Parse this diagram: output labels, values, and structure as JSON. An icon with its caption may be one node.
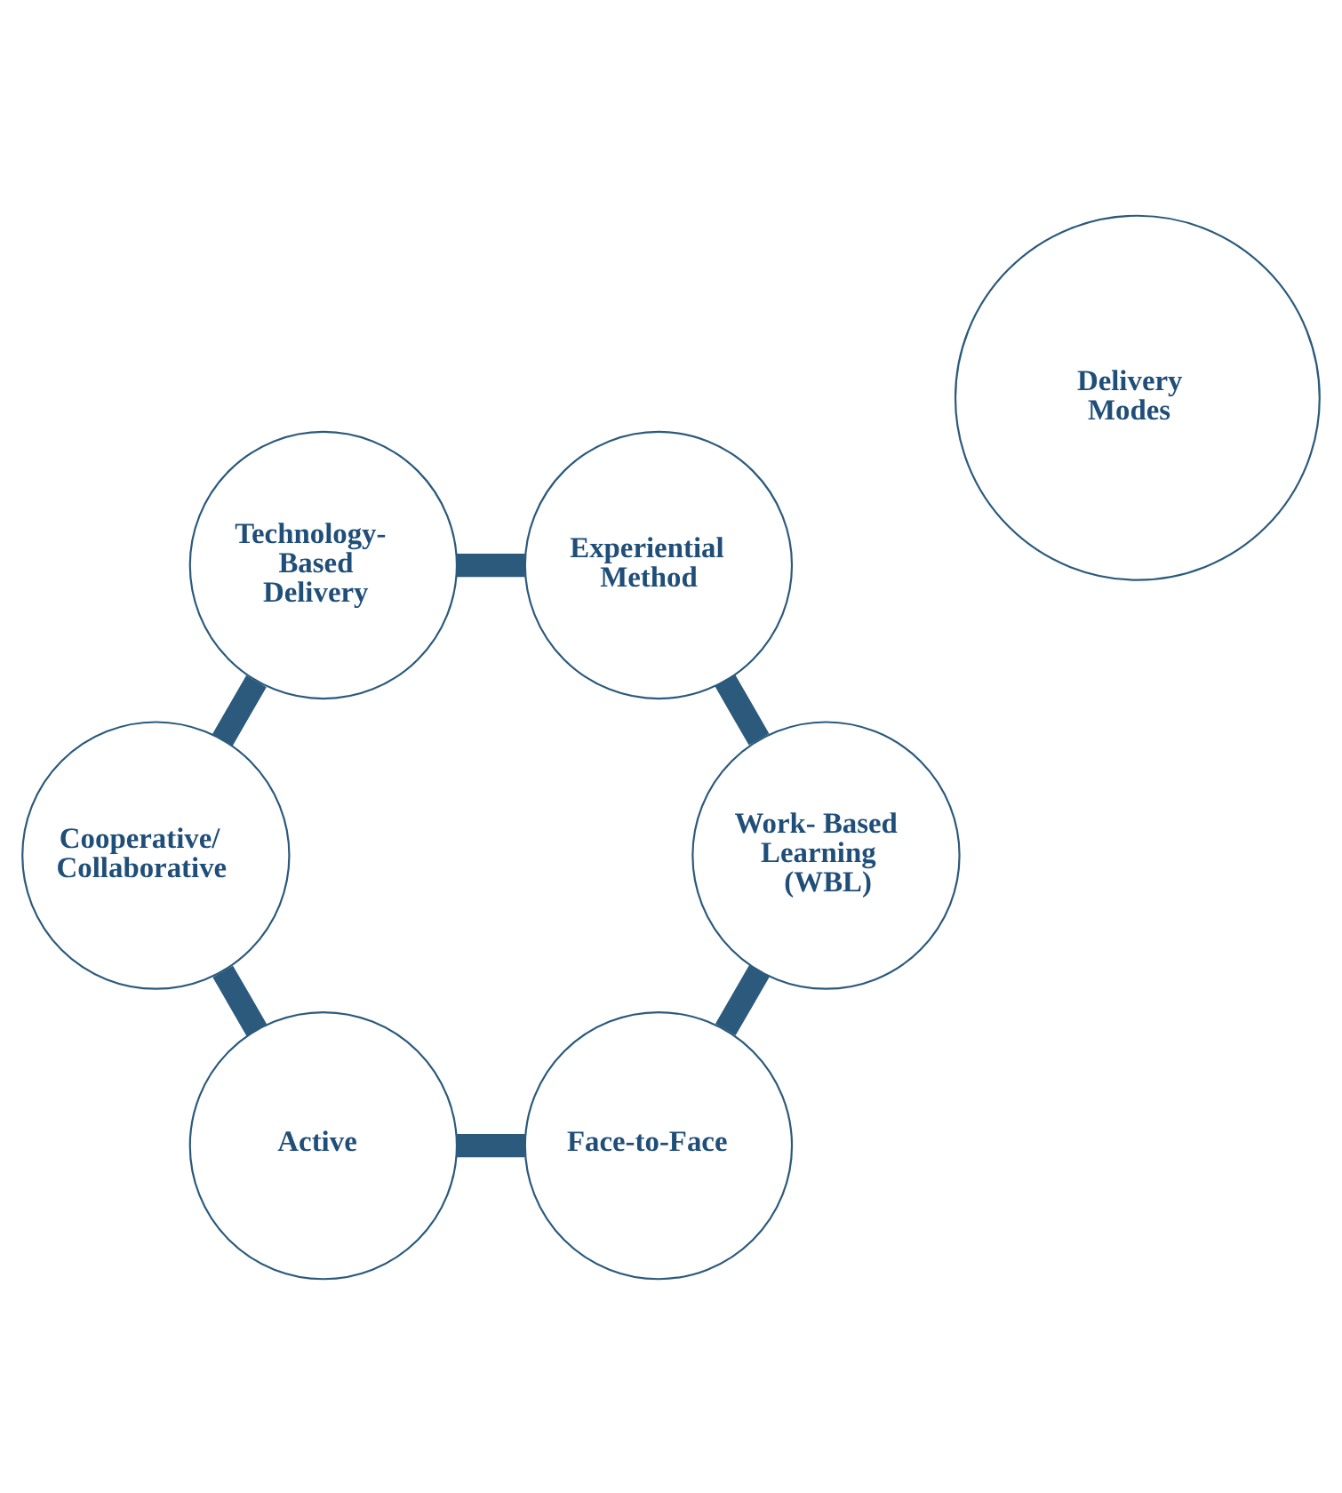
{
  "diagram": {
    "nodes": [
      {
        "text": [
          "Face-to-Face"
        ]
      },
      {
        "text": [
          "Active"
        ]
      },
      {
        "text": [
          "Cooperative/ Collaborative"
        ]
      },
      {
        "text": [
          "Technology- Based Delivery"
        ]
      },
      {
        "text": [
          "Experiential Method"
        ]
      },
      {
        "text": [
          "Work- Based Learning (WBL)"
        ]
      },
      {
        "text": [
          "Delivery Modes"
        ]
      }
    ],
    "edges": [
      {
        "from": 0,
        "to": 1,
        "arrow": "none"
      },
      {
        "from": 1,
        "to": 2,
        "arrow": "none"
      },
      {
        "from": 2,
        "to": 3,
        "arrow": "none"
      },
      {
        "from": 3,
        "to": 4,
        "arrow": "none"
      },
      {
        "from": 4,
        "to": 5,
        "arrow": "none"
      },
      {
        "from": 5,
        "to": 0,
        "arrow": "none"
      }
    ]
  }
}
